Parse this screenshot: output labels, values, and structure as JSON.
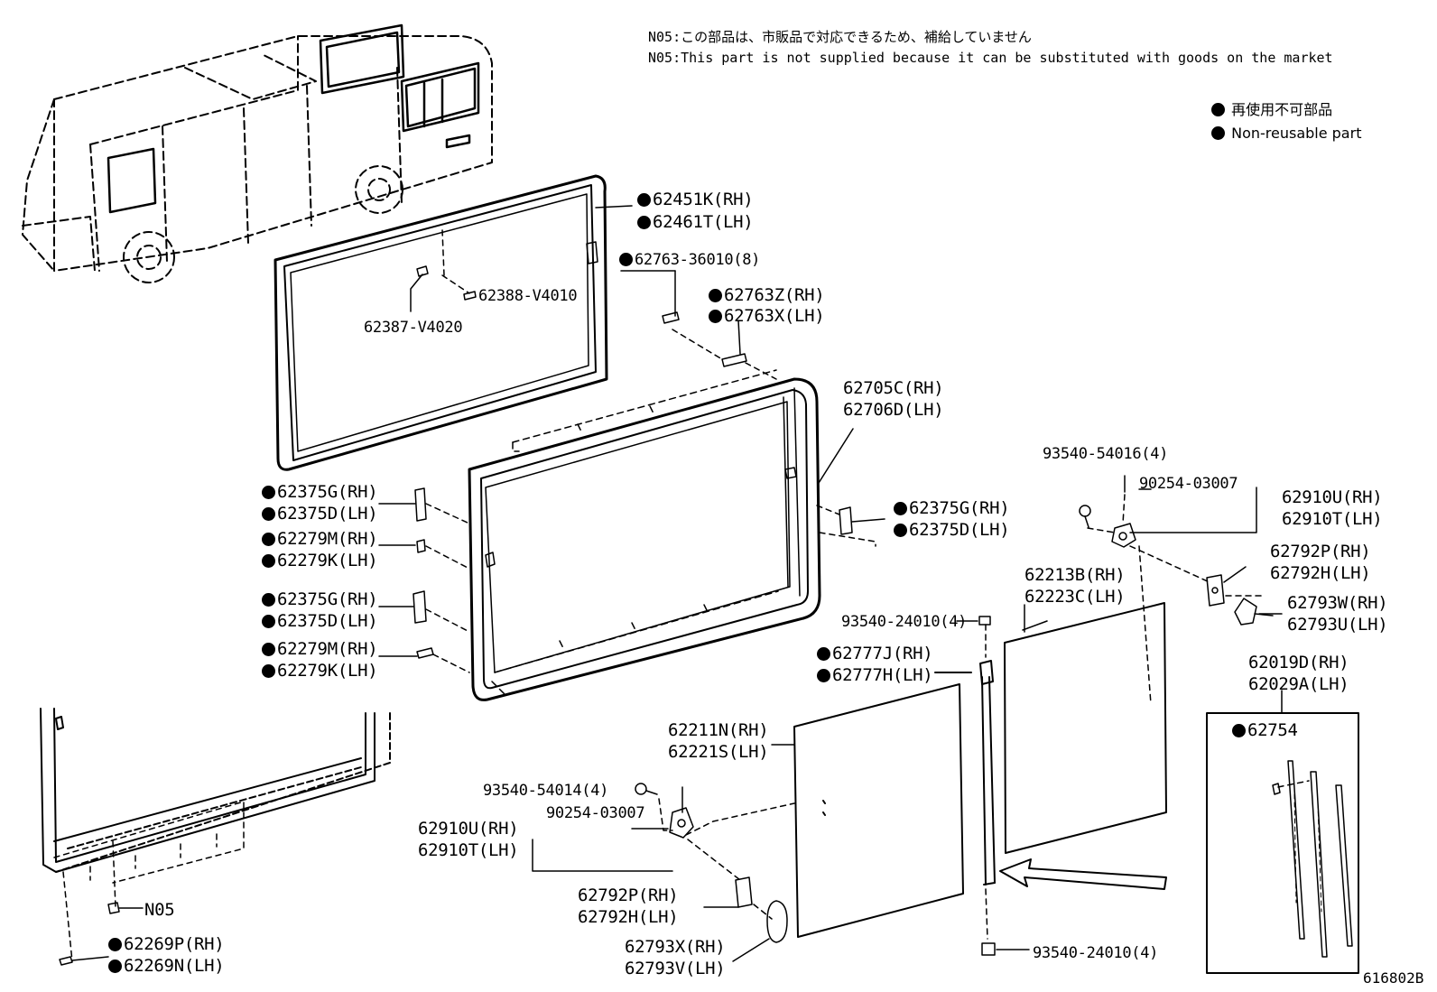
{
  "notes": {
    "n05_jp": "N05:この部品は、市販品で対応できるため、補給していません",
    "n05_en": "N05:This part is not supplied because it can be substituted with goods on the market"
  },
  "legend": {
    "jp": "再使用不可部品",
    "en": "Non-reusable part"
  },
  "figure_no": "616802B",
  "callouts": [
    {
      "id": "p62451K",
      "text": "62451K(RH)",
      "dot": true
    },
    {
      "id": "p62461T",
      "text": "62461T(LH)",
      "dot": true
    },
    {
      "id": "p62763-36010",
      "text": "62763-36010(8)",
      "dot": true
    },
    {
      "id": "p62388",
      "text": "62388-V4010",
      "dot": false
    },
    {
      "id": "p62387",
      "text": "62387-V4020",
      "dot": false
    },
    {
      "id": "p62763Z",
      "text": "62763Z(RH)",
      "dot": true
    },
    {
      "id": "p62763X",
      "text": "62763X(LH)",
      "dot": true
    },
    {
      "id": "p62705C",
      "text": "62705C(RH)",
      "dot": false
    },
    {
      "id": "p62706D",
      "text": "62706D(LH)",
      "dot": false
    },
    {
      "id": "p62375G-a",
      "text": "62375G(RH)",
      "dot": true
    },
    {
      "id": "p62375D-a",
      "text": "62375D(LH)",
      "dot": true
    },
    {
      "id": "p62279M-a",
      "text": "62279M(RH)",
      "dot": true
    },
    {
      "id": "p62279K-a",
      "text": "62279K(LH)",
      "dot": true
    },
    {
      "id": "p62375G-b",
      "text": "62375G(RH)",
      "dot": true
    },
    {
      "id": "p62375D-b",
      "text": "62375D(LH)",
      "dot": true
    },
    {
      "id": "p62279M-b",
      "text": "62279M(RH)",
      "dot": true
    },
    {
      "id": "p62279K-b",
      "text": "62279K(LH)",
      "dot": true
    },
    {
      "id": "p62375G-c",
      "text": "62375G(RH)",
      "dot": true
    },
    {
      "id": "p62375D-c",
      "text": "62375D(LH)",
      "dot": true
    },
    {
      "id": "p93540-54016",
      "text": "93540-54016(4)",
      "dot": false
    },
    {
      "id": "p90254-a",
      "text": "90254-03007",
      "dot": false
    },
    {
      "id": "p62910U-a",
      "text": "62910U(RH)",
      "dot": false
    },
    {
      "id": "p62910T-a",
      "text": "62910T(LH)",
      "dot": false
    },
    {
      "id": "p62792P-a",
      "text": "62792P(RH)",
      "dot": false
    },
    {
      "id": "p62792H-a",
      "text": "62792H(LH)",
      "dot": false
    },
    {
      "id": "p62213B",
      "text": "62213B(RH)",
      "dot": false
    },
    {
      "id": "p62223C",
      "text": "62223C(LH)",
      "dot": false
    },
    {
      "id": "p62793W",
      "text": "62793W(RH)",
      "dot": false
    },
    {
      "id": "p62793U",
      "text": "62793U(LH)",
      "dot": false
    },
    {
      "id": "p93540-24010-a",
      "text": "93540-24010(4)",
      "dot": false
    },
    {
      "id": "p62777J",
      "text": "62777J(RH)",
      "dot": true
    },
    {
      "id": "p62777H",
      "text": "62777H(LH)",
      "dot": true
    },
    {
      "id": "p62019D",
      "text": "62019D(RH)",
      "dot": false
    },
    {
      "id": "p62029A",
      "text": "62029A(LH)",
      "dot": false
    },
    {
      "id": "p62754",
      "text": "62754",
      "dot": true
    },
    {
      "id": "p62211N",
      "text": "62211N(RH)",
      "dot": false
    },
    {
      "id": "p62221S",
      "text": "62221S(LH)",
      "dot": false
    },
    {
      "id": "p93540-54014",
      "text": "93540-54014(4)",
      "dot": false
    },
    {
      "id": "p90254-b",
      "text": "90254-03007",
      "dot": false
    },
    {
      "id": "p62910U-b",
      "text": "62910U(RH)",
      "dot": false
    },
    {
      "id": "p62910T-b",
      "text": "62910T(LH)",
      "dot": false
    },
    {
      "id": "p62792P-b",
      "text": "62792P(RH)",
      "dot": false
    },
    {
      "id": "p62792H-b",
      "text": "62792H(LH)",
      "dot": false
    },
    {
      "id": "p62793X",
      "text": "62793X(RH)",
      "dot": false
    },
    {
      "id": "p62793V",
      "text": "62793V(LH)",
      "dot": false
    },
    {
      "id": "p93540-24010-b",
      "text": "93540-24010(4)",
      "dot": false
    },
    {
      "id": "pN05",
      "text": "N05",
      "dot": false
    },
    {
      "id": "p62269P",
      "text": "62269P(RH)",
      "dot": true
    },
    {
      "id": "p62269N",
      "text": "62269N(LH)",
      "dot": true
    }
  ]
}
